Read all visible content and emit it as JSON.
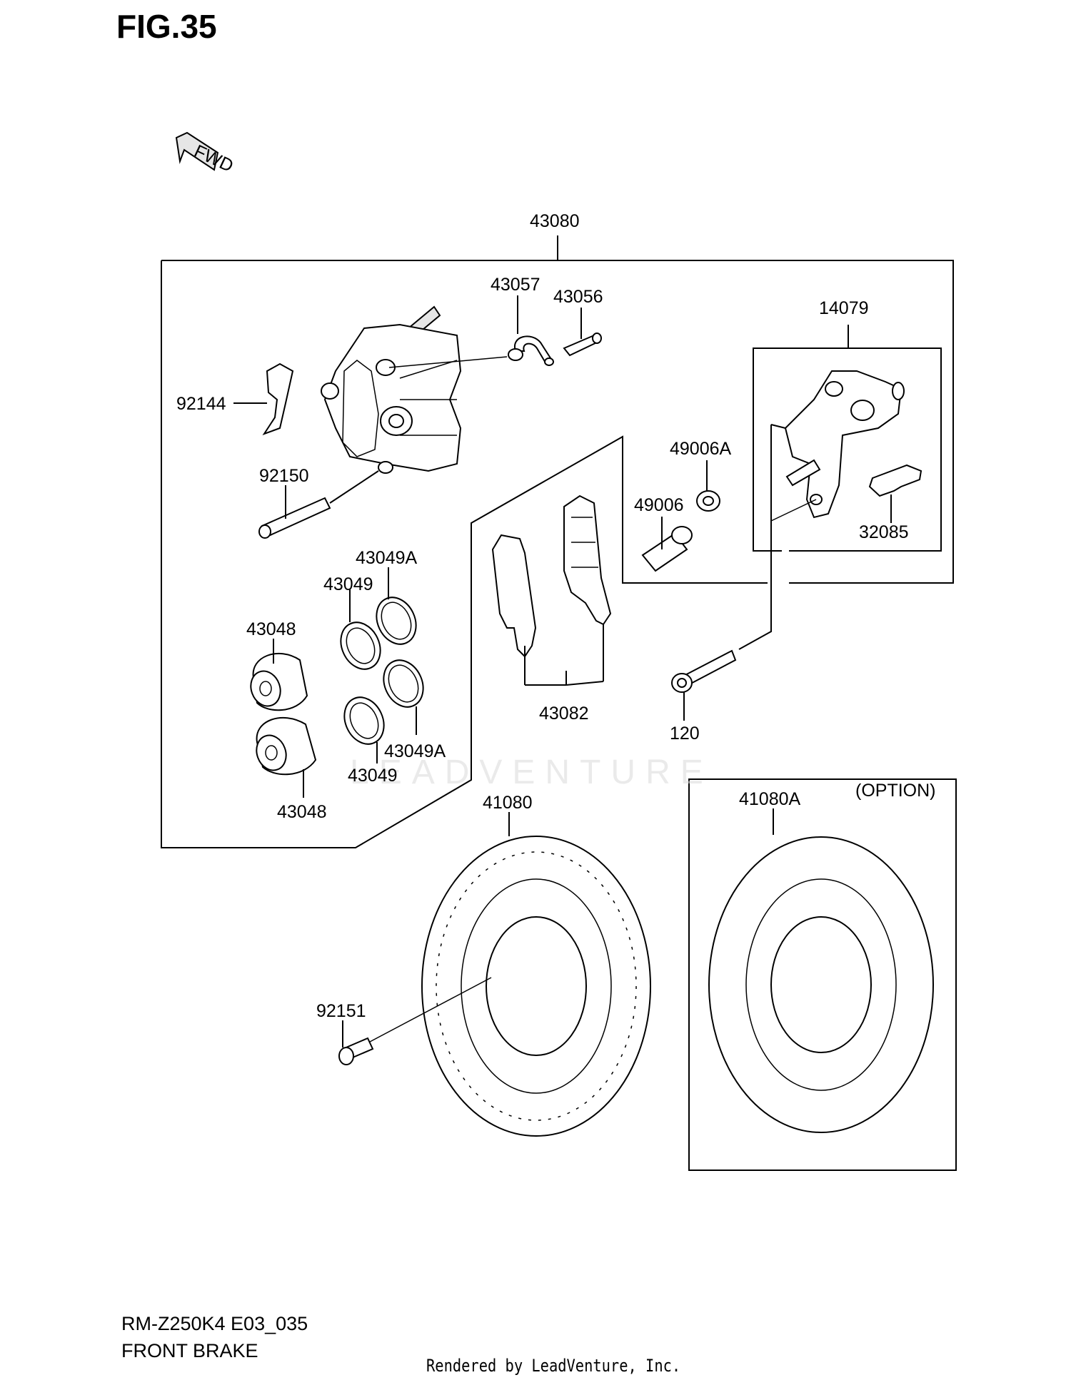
{
  "header": {
    "fig_title": "FIG.35",
    "fwd_label": "FWD"
  },
  "footer": {
    "model_code": "RM-Z250K4 E03_035",
    "section_name": "FRONT BRAKE",
    "rendered_by": "Rendered by LeadVenture, Inc."
  },
  "watermark": "LEADVENTURE",
  "option_label": "(OPTION)",
  "callouts": {
    "p43080": "43080",
    "p43057": "43057",
    "p43056": "43056",
    "p14079": "14079",
    "p92144": "92144",
    "p92150": "92150",
    "p49006A": "49006A",
    "p49006": "49006",
    "p32085": "32085",
    "p43049A_top": "43049A",
    "p43049_top": "43049",
    "p43048_top": "43048",
    "p43082": "43082",
    "p120": "120",
    "p43049A_bot": "43049A",
    "p43049_bot": "43049",
    "p43048_bot": "43048",
    "p41080": "41080",
    "p41080A": "41080A",
    "p92151": "92151"
  }
}
